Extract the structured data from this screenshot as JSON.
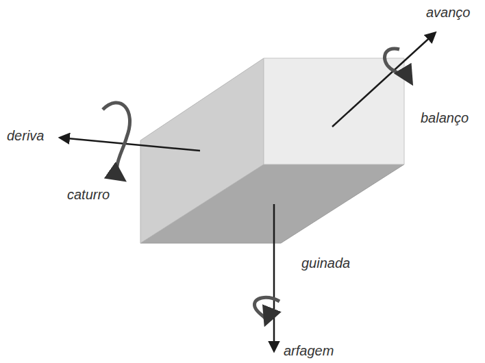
{
  "diagram": {
    "labels": [
      "avanço",
      "balanço",
      "deriva",
      "caturro",
      "guinada",
      "arfagem"
    ]
  }
}
